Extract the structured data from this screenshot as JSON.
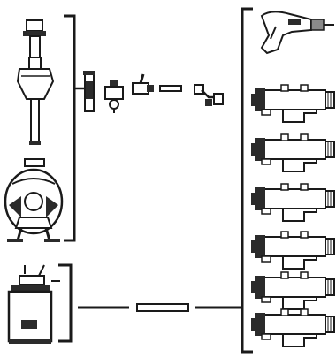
{
  "diagram": {
    "palette": {
      "ink": "#1a1a1a",
      "fill_dark": "#2b2b2b",
      "fill_mid": "#8a8a8a",
      "fill_light": "#d9d9d9",
      "background": "#ffffff"
    },
    "sources": [
      {
        "name": "piston-pump",
        "kind": "pump"
      },
      {
        "name": "diaphragm-pump",
        "kind": "pump"
      },
      {
        "name": "pressure-tank",
        "kind": "tank"
      }
    ],
    "fittings": [
      {
        "name": "fluid-filter"
      },
      {
        "name": "fluid-regulator"
      },
      {
        "name": "ball-valve"
      },
      {
        "name": "hose-segment"
      },
      {
        "name": "swivel-fitting"
      }
    ],
    "applicators": [
      {
        "name": "manual-spray-gun"
      },
      {
        "name": "automatic-gun-1"
      },
      {
        "name": "automatic-gun-2"
      },
      {
        "name": "automatic-gun-3"
      },
      {
        "name": "automatic-gun-4"
      },
      {
        "name": "automatic-gun-5"
      },
      {
        "name": "automatic-gun-6"
      }
    ]
  }
}
